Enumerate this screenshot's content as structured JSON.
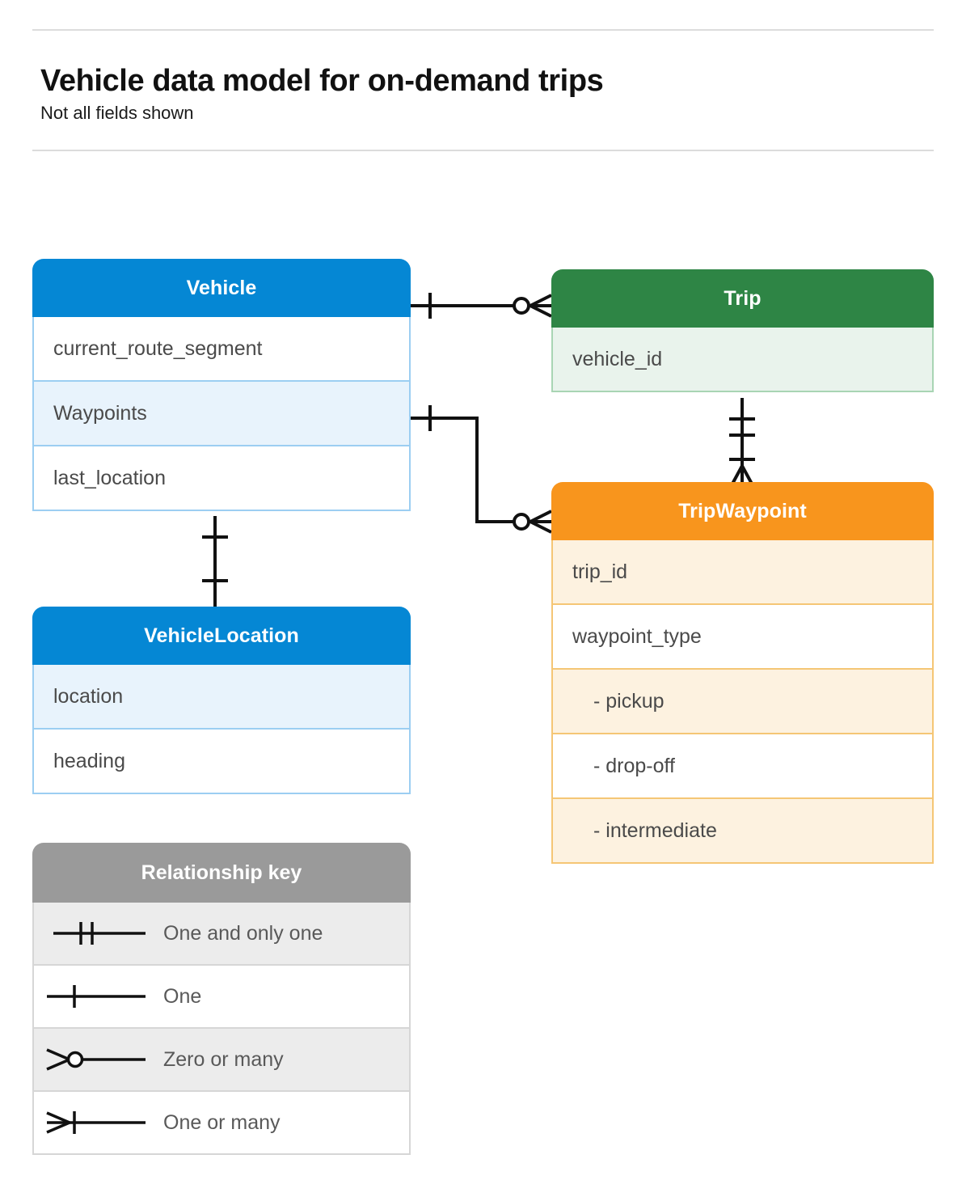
{
  "header": {
    "title": "Vehicle data model for on-demand trips",
    "subtitle": "Not all fields shown"
  },
  "colors": {
    "blue": "#0587d4",
    "blue_row_border": "#9ccef2",
    "blue_row_highlight": "#e8f3fc",
    "green": "#2e8545",
    "green_row_border": "#a9d5b4",
    "green_row_highlight": "#e9f3ec",
    "orange": "#f8951d",
    "orange_row_border": "#f5c675",
    "orange_row_highlight": "#fdf2e0",
    "gray_header": "#9a9a9a",
    "gray_row_highlight": "#ececec",
    "connector": "#111111",
    "rule": "#dcdcdc",
    "field_text": "#4a4a4a"
  },
  "entities": {
    "vehicle": {
      "name": "Vehicle",
      "theme": "blue",
      "fields": [
        {
          "label": "current_route_segment",
          "highlight": false
        },
        {
          "label": "Waypoints",
          "highlight": true
        },
        {
          "label": "last_location",
          "highlight": false
        }
      ]
    },
    "vehicle_location": {
      "name": "VehicleLocation",
      "theme": "blue",
      "fields": [
        {
          "label": "location",
          "highlight": true
        },
        {
          "label": "heading",
          "highlight": false
        }
      ]
    },
    "trip": {
      "name": "Trip",
      "theme": "green",
      "fields": [
        {
          "label": "vehicle_id",
          "highlight": true
        }
      ]
    },
    "trip_waypoint": {
      "name": "TripWaypoint",
      "theme": "orange",
      "fields": [
        {
          "label": "trip_id",
          "highlight": true,
          "indented": false
        },
        {
          "label": "waypoint_type",
          "highlight": false,
          "indented": false
        },
        {
          "label": "- pickup",
          "highlight": true,
          "indented": true
        },
        {
          "label": "- drop-off",
          "highlight": false,
          "indented": true
        },
        {
          "label": "- intermediate",
          "highlight": true,
          "indented": true
        }
      ]
    }
  },
  "relationships": [
    {
      "from": "Vehicle",
      "to": "Trip",
      "from_cardinality": "One",
      "to_cardinality": "Zero or many"
    },
    {
      "from": "Vehicle.Waypoints",
      "to": "TripWaypoint",
      "from_cardinality": "One",
      "to_cardinality": "Zero or many"
    },
    {
      "from": "Trip",
      "to": "TripWaypoint",
      "from_cardinality": "One and only one",
      "to_cardinality": "One or many"
    },
    {
      "from": "Vehicle",
      "to": "VehicleLocation",
      "from_cardinality": "One",
      "to_cardinality": "One"
    }
  ],
  "legend": {
    "title": "Relationship key",
    "items": [
      {
        "label": "One and only one",
        "symbol": "one-and-only-one-symbol",
        "highlight": true
      },
      {
        "label": "One",
        "symbol": "one-symbol",
        "highlight": false
      },
      {
        "label": "Zero or many",
        "symbol": "zero-or-many-symbol",
        "highlight": true
      },
      {
        "label": "One or many",
        "symbol": "one-or-many-symbol",
        "highlight": false
      }
    ]
  }
}
